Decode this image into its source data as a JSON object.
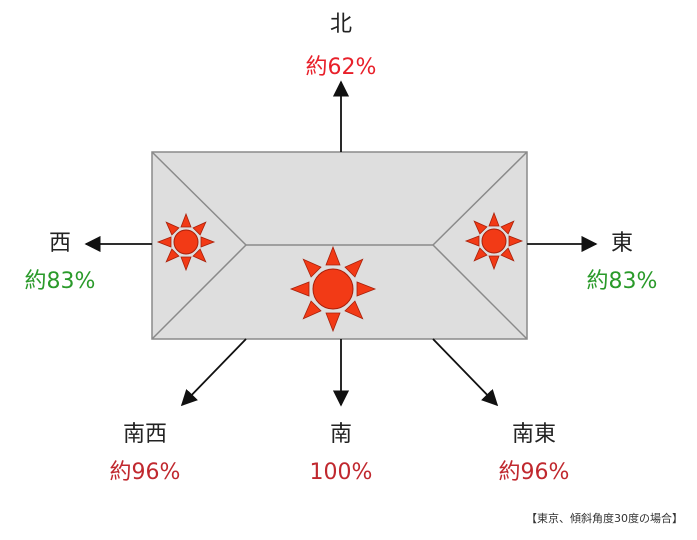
{
  "directions": {
    "north": {
      "name": "北",
      "value": "約62%",
      "color": "#e8202a"
    },
    "west": {
      "name": "西",
      "value": "約83%",
      "color": "#2a9a2a"
    },
    "east": {
      "name": "東",
      "value": "約83%",
      "color": "#2a9a2a"
    },
    "southwest": {
      "name": "南西",
      "value": "約96%",
      "color": "#c0282e"
    },
    "south": {
      "name": "南",
      "value": "100%",
      "color": "#c0282e"
    },
    "southeast": {
      "name": "南東",
      "value": "約96%",
      "color": "#c0282e"
    }
  },
  "note": "【東京、傾斜角度30度の場合】",
  "colors": {
    "roof_fill": "#dedede",
    "roof_stroke": "#8a8a8a",
    "sun_fill": "#f23a16",
    "sun_stroke": "#a8200a",
    "arrow": "#111111"
  }
}
